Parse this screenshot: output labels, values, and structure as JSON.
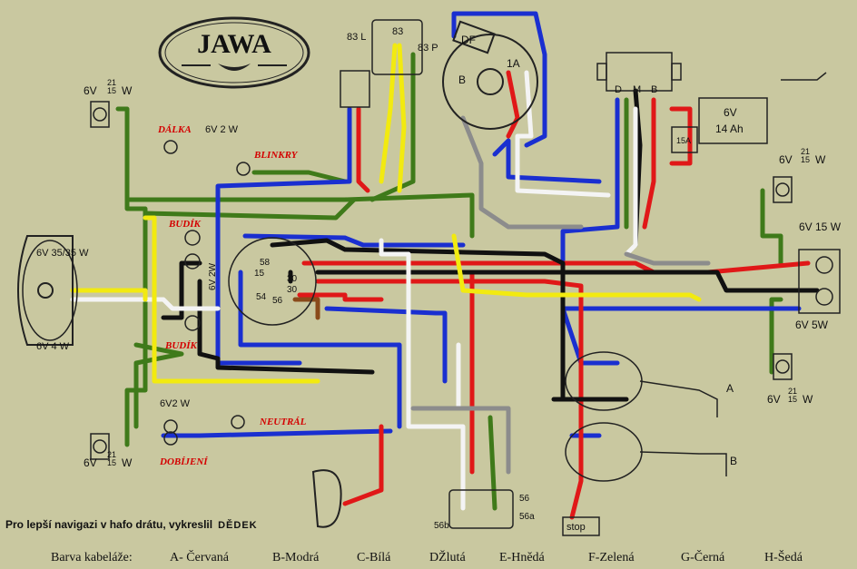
{
  "logo": {
    "text": "JAWA"
  },
  "labels": {
    "top_left_bulb": "6V",
    "top_left_bulb_w": "21\n15",
    "top_left_bulb_unit": "W",
    "dalka": "DÁLKA",
    "dalka_power": "6V 2 W",
    "blinkry": "BLINKRY",
    "budik_top": "BUDÍK",
    "budik_bottom": "BUDÍK",
    "budik_power": "6V 2W",
    "headlight_main": "6V 35/35 W",
    "headlight_pos": "6V 4 W",
    "neutral": "NEUTRÁL",
    "neutral_power": "6V2 W",
    "dobijeni": "DOBÍJENÍ",
    "bottom_left_bulb": "6V",
    "bottom_left_bulb_w": "21\n15",
    "bottom_left_bulb_unit": "W",
    "sw_83L": "83 L",
    "sw_83": "83",
    "sw_83P": "83 P",
    "dyn_DF": "DF",
    "dyn_B": "B",
    "dyn_1A": "1A",
    "reg_D": "D",
    "reg_M": "M",
    "reg_B": "B",
    "battery_line1": "6V",
    "battery_line2": "14 Ah",
    "fuse": "15A",
    "right_top_bulb": "6V",
    "right_top_bulb_w": "21\n15",
    "right_top_bulb_unit": "W",
    "right_6v15w": "6V 15 W",
    "right_6v5w": "6V 5W",
    "right_bottom_bulb": "6V",
    "right_bottom_bulb_w": "21\n15",
    "right_bottom_bulb_unit": "W",
    "sw_58": "58",
    "sw_15": "15",
    "sw_30": "30",
    "sw_30b": "30",
    "sw_54": "54",
    "sw_56": "56",
    "coil_A": "A",
    "coil_B": "B",
    "c56": "56",
    "c56a": "56a",
    "c56b": "56b",
    "stop": "stop",
    "credit": "Pro lepší navigazi v hafo drátu, vykreslil",
    "credit_author": "DĚDEK"
  },
  "legend": [
    "Barva kabeláže:",
    "A- Červaná",
    "B-Modrá",
    "C-Bílá",
    "DŽlutá",
    "E-Hnědá",
    "F-Zelená",
    "G-Černá",
    "H-Šedá"
  ],
  "colors": {
    "background": "#c9c8a0",
    "red": "#e01818",
    "blue": "#1a2fd0",
    "white": "#f4f4f4",
    "yellow": "#f2ea10",
    "brown": "#8a4a1a",
    "green": "#3f7a1a",
    "black": "#111111",
    "grey": "#8c8c8c"
  }
}
